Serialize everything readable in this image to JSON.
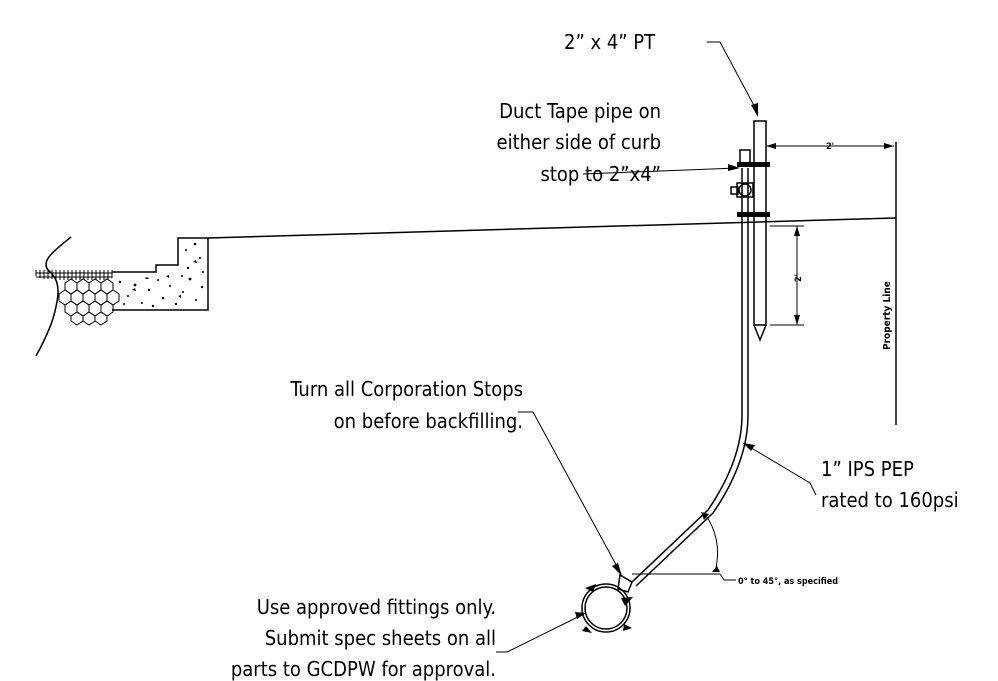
{
  "labels": {
    "post": "2” x 4” PT",
    "duct_tape": [
      "Duct Tape pipe on",
      "either side of curb",
      "stop to 2”x4”"
    ],
    "corp_stops": [
      "Turn all Corporation Stops",
      "on before backfilling."
    ],
    "pipe": [
      "1” IPS PEP",
      "rated to 160psi"
    ],
    "angle": "0° to 45°, as specified",
    "fittings": [
      "Use approved fittings only.",
      "Submit spec sheets on all",
      "parts to GCDPW for approval."
    ],
    "dim_horizontal": "2'",
    "dim_vertical": "2'",
    "property_line": "Property Line"
  }
}
